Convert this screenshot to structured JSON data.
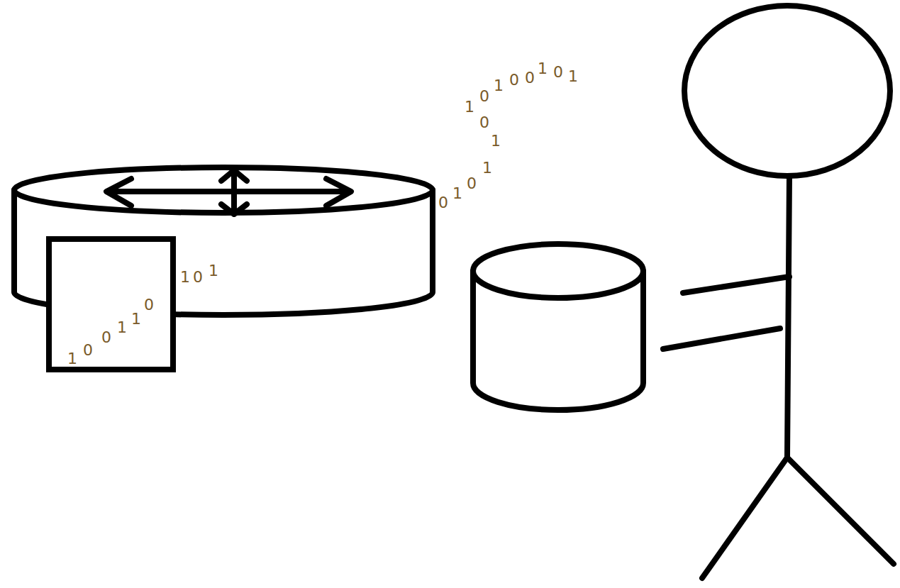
{
  "diagram": {
    "nodes": [
      {
        "text": [
          "100110"
        ]
      }
    ],
    "labels": [
      "101",
      "01011",
      "0",
      "10100101"
    ]
  }
}
